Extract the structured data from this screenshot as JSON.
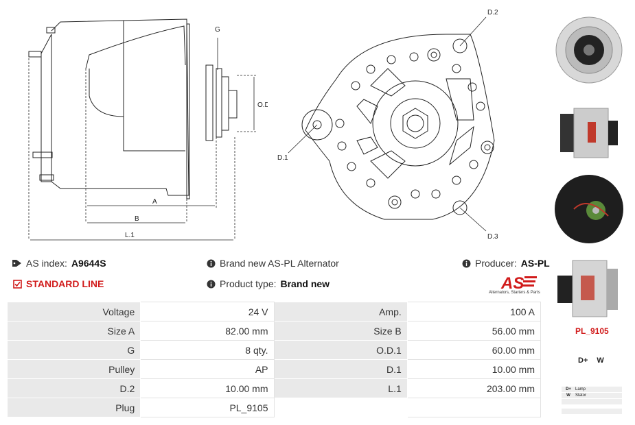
{
  "drawing": {
    "side_labels": {
      "g": "G",
      "od1": "O.D.1",
      "a": "A",
      "b": "B",
      "l1": "L.1"
    },
    "front_labels": {
      "d1": "D.1",
      "d2": "D.2",
      "d3": "D.3"
    }
  },
  "info": {
    "as_index_label": "AS index:",
    "as_index_value": "A9644S",
    "standard_line": "STANDARD LINE",
    "brand_text": "Brand new AS-PL Alternator",
    "product_type_label": "Product type:",
    "product_type_value": "Brand new",
    "producer_label": "Producer:",
    "producer_value": "AS-PL"
  },
  "logo": {
    "text": "AS",
    "tagline": "Alternators, Starters & Parts"
  },
  "specs": [
    [
      "Voltage",
      "24 V",
      "Amp.",
      "100 A"
    ],
    [
      "Size A",
      "82.00 mm",
      "Size B",
      "56.00 mm"
    ],
    [
      "G",
      "8 qty.",
      "O.D.1",
      "60.00 mm"
    ],
    [
      "Pulley",
      "AP",
      "D.1",
      "10.00 mm"
    ],
    [
      "D.2",
      "10.00 mm",
      "L.1",
      "203.00 mm"
    ],
    [
      "Plug",
      "PL_9105",
      "",
      ""
    ]
  ],
  "plug": {
    "name": "PL_9105",
    "pins": "D+ W",
    "legend": [
      [
        "D+",
        "Lamp"
      ],
      [
        "W",
        "Stator"
      ],
      [
        "",
        ""
      ],
      [
        "",
        ""
      ]
    ]
  },
  "icons": {
    "tag": "tag-icon",
    "check": "check-square-icon",
    "info": "info-circle-icon"
  },
  "colors": {
    "accent_red": "#d11b1b",
    "label_bg": "#e9e9e9"
  }
}
